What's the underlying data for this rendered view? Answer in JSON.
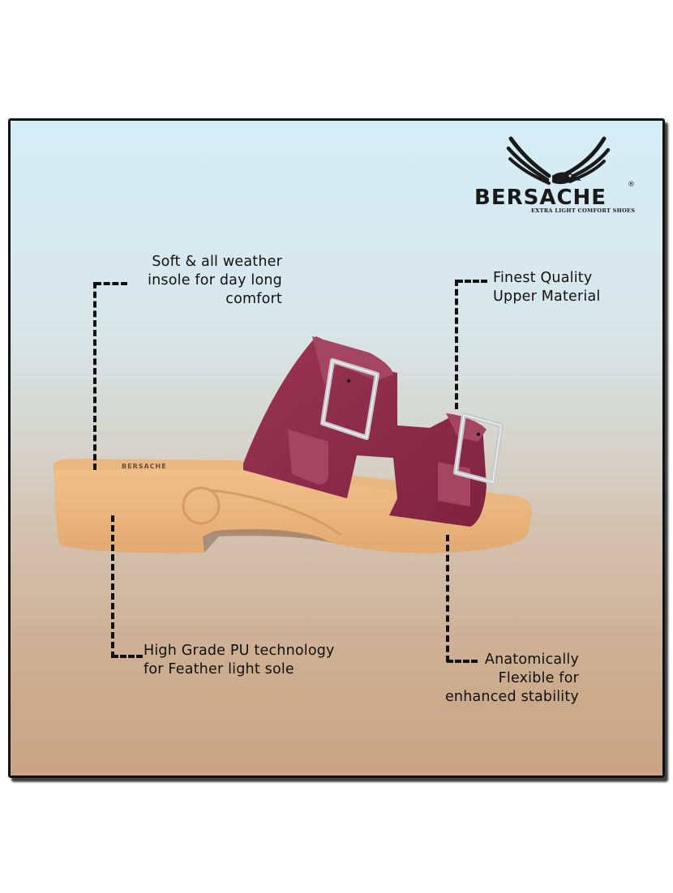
{
  "brand": {
    "name": "BERSACHE",
    "tagline": "EXTRA LIGHT COMFORT SHOES",
    "registered_mark": "®",
    "insole_imprint": "BERSACHE"
  },
  "product": {
    "type": "sandal",
    "icon": "sandal-illustration",
    "upper_color": "#8e2a4a",
    "sole_color": "#e8b57f"
  },
  "callouts": [
    {
      "id": "insole",
      "lines": [
        "Soft & all weather",
        "insole for day long",
        "comfort"
      ]
    },
    {
      "id": "upper",
      "lines": [
        "Finest Quality",
        "Upper Material"
      ]
    },
    {
      "id": "sole",
      "lines": [
        "High Grade PU technology",
        "for Feather light sole"
      ]
    },
    {
      "id": "flex",
      "lines": [
        "Anatomically",
        "Flexible for",
        "enhanced stability"
      ]
    }
  ],
  "colors": {
    "background_top": "#d5eef8",
    "background_bottom": "#c9a487",
    "frame_border": "#111111",
    "text": "#111111"
  }
}
